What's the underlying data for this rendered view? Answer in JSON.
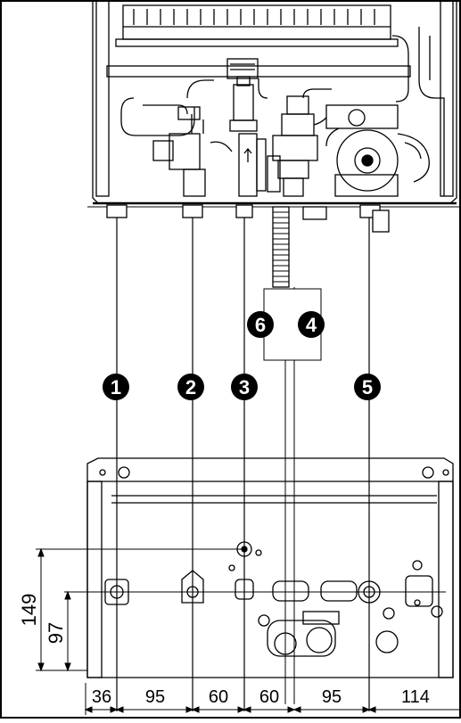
{
  "markers": [
    {
      "id": "1",
      "label": "1"
    },
    {
      "id": "2",
      "label": "2"
    },
    {
      "id": "3",
      "label": "3"
    },
    {
      "id": "5",
      "label": "5"
    },
    {
      "id": "6",
      "label": "6"
    },
    {
      "id": "4",
      "label": "4"
    }
  ],
  "dimensions": {
    "horizontal": [
      "36",
      "95",
      "60",
      "60",
      "95",
      "114"
    ],
    "vertical": [
      "149",
      "97"
    ]
  },
  "colors": {
    "line": "#000000",
    "background": "#ffffff",
    "marker_fill": "#000000",
    "marker_text": "#ffffff"
  }
}
